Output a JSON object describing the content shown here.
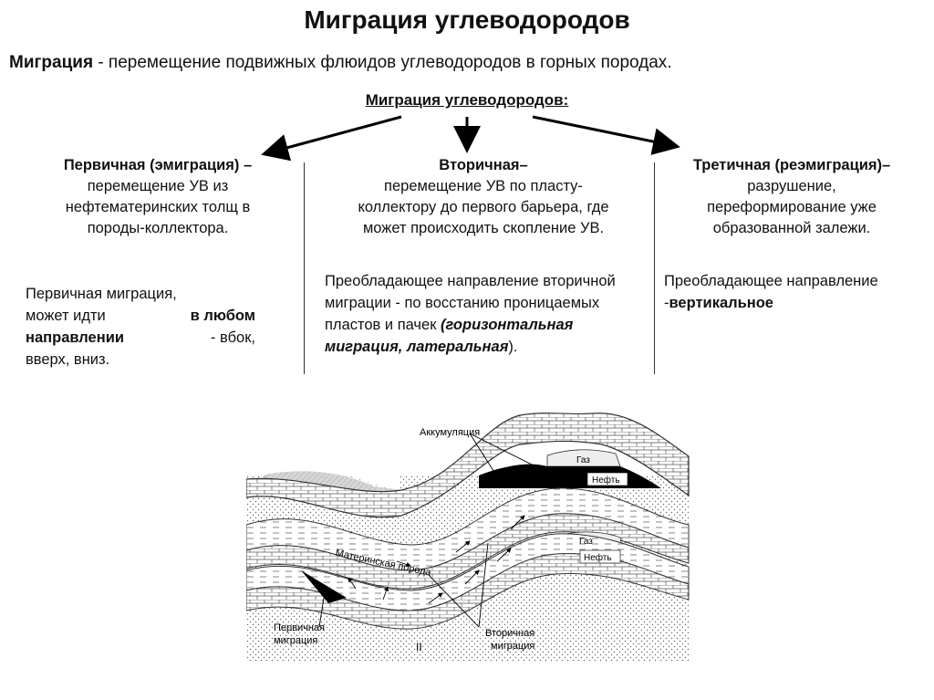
{
  "title": "Миграция углеводородов",
  "definition": {
    "term": "Миграция",
    "text": " - перемещение подвижных флюидов углеводородов в горных породах."
  },
  "subtitle": "Миграция углеводородов:",
  "columns": [
    {
      "heading": "Первичная (эмиграция) –",
      "lines": [
        "перемещение УВ из",
        "нефтематеринских толщ в",
        "породы-коллектора."
      ]
    },
    {
      "heading": "Вторичная–",
      "lines": [
        "перемещение УВ по пласту-",
        "коллектору до первого барьера, где",
        "может происходить скопление УВ."
      ]
    },
    {
      "heading": "Третичная (реэмиграция)–",
      "lines": [
        "разрушение,",
        "переформирование уже",
        "образованной залежи."
      ]
    }
  ],
  "notes": {
    "primary": {
      "line1": "Первичная миграция,",
      "line2_a": "может идти",
      "line2_b": "в любом",
      "line3_a": "направлении",
      "line3_b": " - вбок,",
      "line4": "вверх, вниз."
    },
    "secondary": {
      "text": "Преобладающее направление вторичной миграции - по восстанию проницаемых пластов и пачек ",
      "italic": "(горизонтальная миграция, латеральная",
      "tail": ")."
    },
    "tertiary": {
      "text": "Преобладающее направление -",
      "bold": "вертикальное"
    }
  },
  "diagram": {
    "label_accumulation": "Аккумуляция",
    "label_gas_top": "Газ",
    "label_oil_top": "Нефть",
    "label_gas_bottom": "Газ",
    "label_oil_bottom": "Нефть",
    "label_source_rock": "Материнская порода",
    "label_primary_line1": "Первичная",
    "label_primary_line2": "миграция",
    "label_secondary_line1": "Вторичная",
    "label_secondary_line2": "миграция",
    "label_numeral": "II"
  }
}
